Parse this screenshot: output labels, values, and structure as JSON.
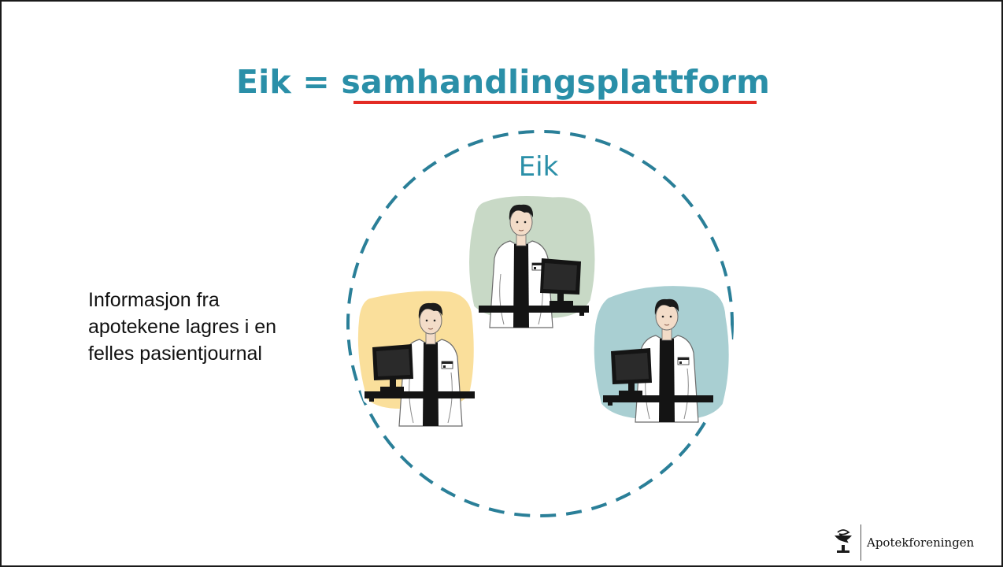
{
  "slide": {
    "title_prefix": "Eik = ",
    "title_emphasis": "samhandlingsplattform",
    "circle_label": "Eik",
    "side_text_lines": [
      "Informasjon fra",
      "apotekene lagres i en",
      "felles pasientjournal"
    ]
  },
  "pharmacists": [
    {
      "role": "pharmacist-top",
      "background": "#c8d9c6"
    },
    {
      "role": "pharmacist-left",
      "background": "#fadf9b"
    },
    {
      "role": "pharmacist-right",
      "background": "#a9cfd2"
    }
  ],
  "logo": {
    "name": "Apotekforeningen",
    "icon": "bowl-of-hygieia-icon"
  },
  "colors": {
    "accent": "#2a8fa8",
    "underline": "#e32b24",
    "circle": "#2a7f98"
  }
}
